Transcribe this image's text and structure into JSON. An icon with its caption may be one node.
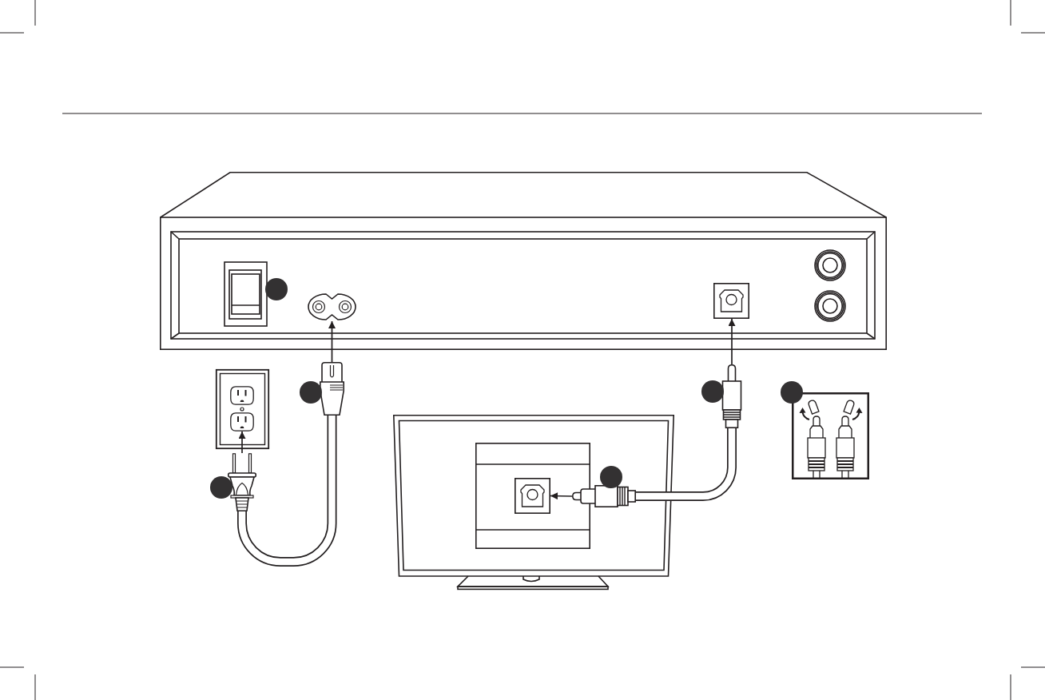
{
  "diagram": {
    "nodes": [
      {
        "text": [],
        "shape": "picture"
      },
      {
        "text": [],
        "shape": "circle",
        "in": 0
      },
      {
        "text": [],
        "shape": "picture",
        "in": 0
      },
      {
        "text": [],
        "shape": "picture",
        "in": 0
      },
      {
        "text": [],
        "shape": "picture"
      },
      {
        "text": [],
        "shape": "picture",
        "in": 4
      },
      {
        "text": [],
        "shape": "picture",
        "in": 4
      },
      {
        "text": [],
        "shape": "circle"
      },
      {
        "text": [],
        "shape": "picture"
      },
      {
        "text": [],
        "shape": "circle"
      },
      {
        "text": [],
        "shape": "picture"
      },
      {
        "text": [],
        "shape": "circle"
      },
      {
        "text": [],
        "shape": "picture"
      },
      {
        "text": [],
        "shape": "picture"
      },
      {
        "text": [],
        "shape": "box",
        "in": 13
      },
      {
        "text": [],
        "shape": "picture",
        "in": 14
      },
      {
        "text": [],
        "shape": "circle",
        "in": 13
      },
      {
        "text": [],
        "shape": "picture",
        "in": 13
      },
      {
        "text": [],
        "shape": "circle"
      },
      {
        "text": [],
        "shape": "picture"
      }
    ],
    "edges": [
      {
        "from": 19,
        "to": 6,
        "arrow": "to"
      },
      {
        "from": 8,
        "to": 2,
        "arrow": "to"
      },
      {
        "from": 10,
        "to": 3,
        "arrow": "to"
      },
      {
        "from": 17,
        "to": 15,
        "arrow": "to"
      },
      {
        "from": 19,
        "to": 8,
        "arrow": "none",
        "style": "thick"
      },
      {
        "from": 17,
        "to": 10,
        "arrow": "none",
        "style": "thick"
      }
    ]
  }
}
